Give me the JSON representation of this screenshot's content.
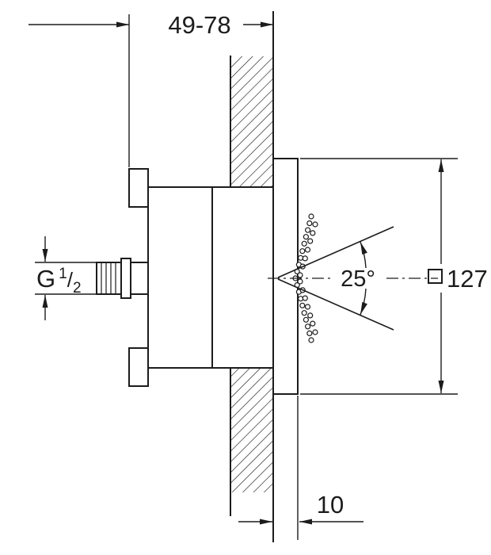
{
  "drawing": {
    "background": "#ffffff",
    "ink": "#1c1c1c",
    "dims": {
      "recess_depth": "49-78",
      "thread_prefix": "G",
      "thread_numerator": "1",
      "thread_slash": "/",
      "thread_denominator": "2",
      "spray_angle": "25°",
      "faceplate_symbol": "square-outline",
      "faceplate_size": "127",
      "protrusion": "10"
    }
  }
}
